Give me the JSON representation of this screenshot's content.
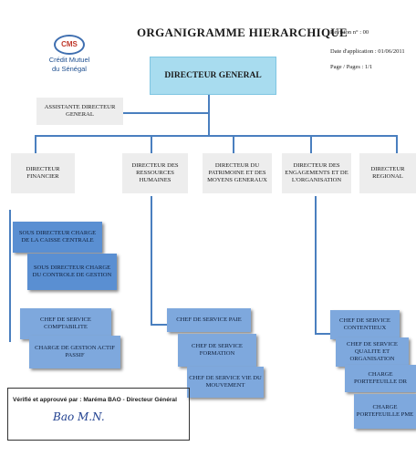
{
  "header": {
    "logo_badge": "CMS",
    "logo_line1": "Crédit Mutuel",
    "logo_line2": "du Sénégal",
    "title": "ORGANIGRAMME HIERARCHIQUE",
    "revision": "Révision n° : 00",
    "date_application": "Date d'application : 01/06/2011",
    "page": "Page / Pages : 1/1"
  },
  "chart": {
    "root": "DIRECTEUR GENERAL",
    "assistant": "ASSISTANTE DIRECTEUR GENERAL",
    "directors": [
      "DIRECTEUR FINANCIER",
      "DIRECTEUR DES RESSOURCES HUMAINES",
      "DIRECTEUR DU PATRIMOINE ET DES MOYENS GENERAUX",
      "DIRECTEUR DES ENGAGEMENTS ET DE L'ORGANISATION",
      "DIRECTEUR REGIONAL"
    ],
    "financier_sub": [
      "SOUS DIRECTEUR CHARGE DE LA CAISSE CENTRALE",
      "SOUS DIRECTEUR CHARGE DU CONTROLE DE GESTION"
    ],
    "financier_services": [
      "CHEF DE SERVICE COMPTABILITE",
      "CHARGE DE GESTION ACTIF PASSIF"
    ],
    "rh_services": [
      "CHEF DE SERVICE PAIE",
      "CHEF DE SERVICE FORMATION",
      "CHEF DE SERVICE VIE DU MOUVEMENT"
    ],
    "engagements_services": [
      "CHEF DE SERVICE CONTENTIEUX",
      "CHEF DE SERVICE QUALITE ET ORGANISATION",
      "CHARGE PORTEFEUILLE DR",
      "CHARGE PORTEFEUILLE PME"
    ]
  },
  "footer": {
    "approval": "Vérifié et approuvé par : Maréma BAO - Directeur Général",
    "signature": "Bao M.N."
  },
  "colors": {
    "root_fill": "#a8dcef",
    "connector": "#4a7fbf",
    "service_fill": "#7ea8dd"
  }
}
